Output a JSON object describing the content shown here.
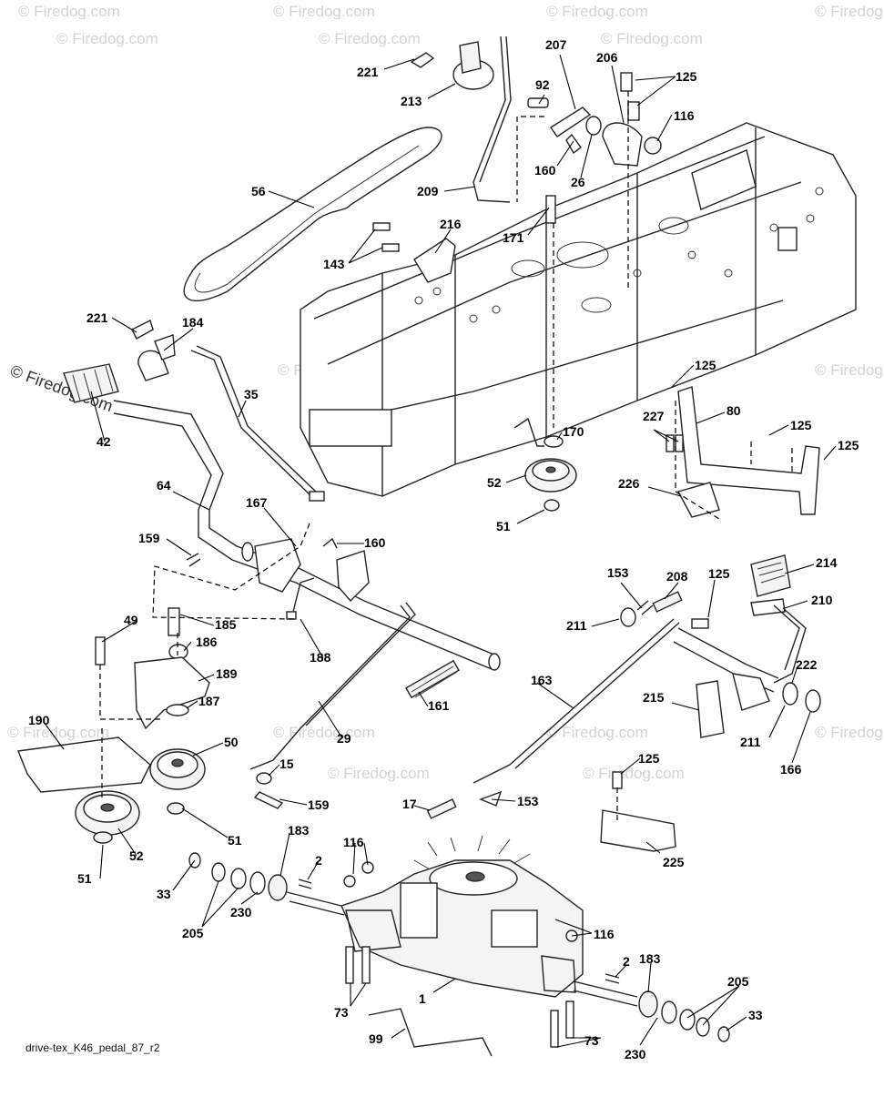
{
  "caption": "drive-tex_K46_pedal_87_r2",
  "watermarks": {
    "short": "© Firedog.com",
    "long": "© Firedog.com"
  },
  "callouts": {
    "c1": "1",
    "c2a": "2",
    "c2b": "2",
    "c15": "15",
    "c17": "17",
    "c26": "26",
    "c29": "29",
    "c33a": "33",
    "c33b": "33",
    "c35": "35",
    "c42": "42",
    "c49": "49",
    "c50": "50",
    "c51a": "51",
    "c51b": "51",
    "c51c": "51",
    "c52a": "52",
    "c52b": "52",
    "c56": "56",
    "c64": "64",
    "c73a": "73",
    "c73b": "73",
    "c80": "80",
    "c92": "92",
    "c99": "99",
    "c116a": "116",
    "c116b": "116",
    "c116c": "116",
    "c125a": "125",
    "c125b": "125",
    "c125c": "125",
    "c125d": "125",
    "c125e": "125",
    "c125f": "125",
    "c143": "143",
    "c153a": "153",
    "c153b": "153",
    "c159a": "159",
    "c159b": "159",
    "c160a": "160",
    "c160b": "160",
    "c161": "161",
    "c163": "163",
    "c166": "166",
    "c167": "167",
    "c170": "170",
    "c171": "171",
    "c183a": "183",
    "c183b": "183",
    "c184": "184",
    "c185": "185",
    "c186": "186",
    "c187": "187",
    "c188": "188",
    "c189": "189",
    "c190": "190",
    "c205a": "205",
    "c205b": "205",
    "c206": "206",
    "c207": "207",
    "c208": "208",
    "c209": "209",
    "c210": "210",
    "c211a": "211",
    "c211b": "211",
    "c213": "213",
    "c214": "214",
    "c215": "215",
    "c216": "216",
    "c221a": "221",
    "c221b": "221",
    "c222": "222",
    "c225": "225",
    "c226": "226",
    "c227": "227",
    "c230a": "230",
    "c230b": "230"
  }
}
